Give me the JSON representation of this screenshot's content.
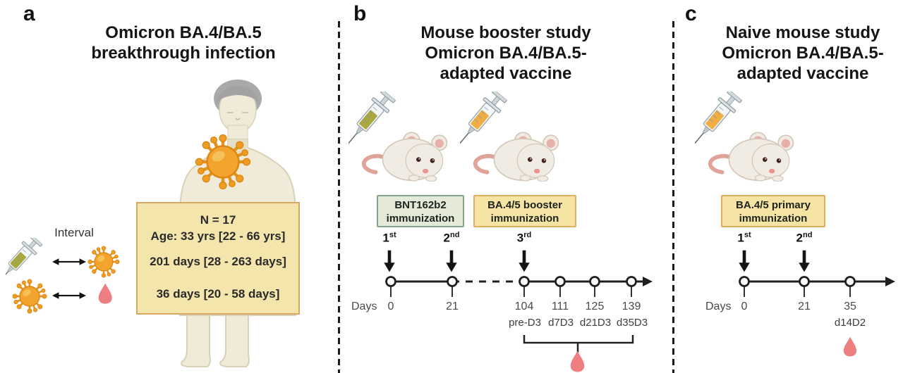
{
  "figure": {
    "panels": {
      "a": {
        "letter": "a",
        "title_line1": "Omicron BA.4/BA.5",
        "title_line2": "breakthrough infection",
        "interval_label": "Interval",
        "infobox": {
          "line1": "N = 17",
          "line2": "Age: 33 yrs [22 - 66 yrs]",
          "line3": "201 days [28 - 263 days]",
          "line4": "36 days [20 - 58 days]"
        }
      },
      "b": {
        "letter": "b",
        "title_line1": "Mouse booster study",
        "title_line2": "Omicron BA.4/BA.5-",
        "title_line3": "adapted vaccine",
        "box1": {
          "line1": "BNT162b2",
          "line2": "immunization"
        },
        "box2": {
          "line1": "BA.4/5 booster",
          "line2": "immunization"
        },
        "doses": [
          {
            "num": "1",
            "suffix": "st"
          },
          {
            "num": "2",
            "suffix": "nd"
          },
          {
            "num": "3",
            "suffix": "rd"
          }
        ],
        "days_label": "Days",
        "day_ticks": [
          "0",
          "21",
          "104",
          "111",
          "125",
          "139"
        ],
        "sample_labels": [
          "pre-D3",
          "d7D3",
          "d21D3",
          "d35D3"
        ]
      },
      "c": {
        "letter": "c",
        "title_line1": "Naive mouse study",
        "title_line2": "Omicron BA.4/BA.5-",
        "title_line3": "adapted vaccine",
        "box1": {
          "line1": "BA.4/5 primary",
          "line2": "immunization"
        },
        "doses": [
          {
            "num": "1",
            "suffix": "st"
          },
          {
            "num": "2",
            "suffix": "nd"
          }
        ],
        "days_label": "Days",
        "day_ticks": [
          "0",
          "21",
          "35"
        ],
        "sample_labels": [
          "d14D2"
        ]
      }
    },
    "icons": [
      "syringe-icon",
      "virus-icon",
      "blood-drop-icon",
      "mouse-icon",
      "human-figure-icon",
      "double-arrow-icon",
      "down-arrow-icon"
    ],
    "colors": {
      "info_box_bg": "#f4e5ac",
      "info_box_border": "#d9a85e",
      "bnt_box_bg": "#e5e9d7",
      "bnt_box_border": "#84a691",
      "yellow_box_bg": "#f6e4a4",
      "yellow_box_border": "#dfae62",
      "virus_orange": "#f2a42e",
      "blood_drop": "#ef7e81",
      "bnt_syringe_liquid": "#a9a83f",
      "ba45_syringe_liquid": "#f0ae45"
    }
  }
}
